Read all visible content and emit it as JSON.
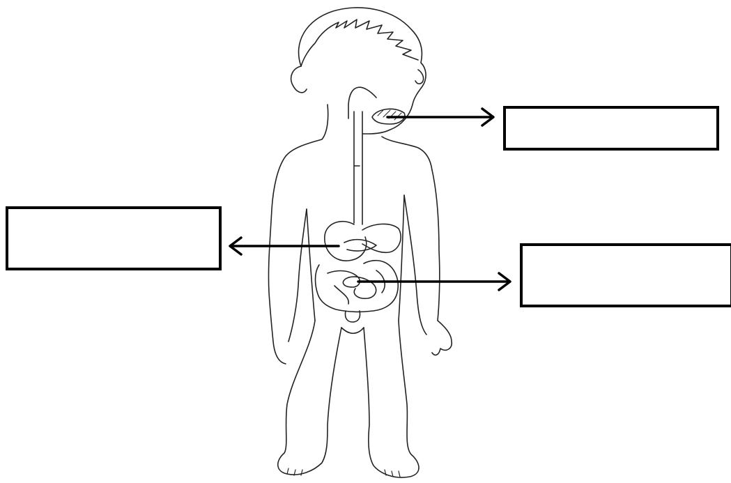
{
  "diagram": {
    "subject": "human-digestive-system-worksheet",
    "colors": {
      "line": "#000000",
      "background": "#ffffff"
    },
    "labels": [
      {
        "id": "mouth",
        "text": "",
        "points_to": "mouth"
      },
      {
        "id": "stomach",
        "text": "",
        "points_to": "stomach"
      },
      {
        "id": "intestine",
        "text": "",
        "points_to": "intestines"
      }
    ]
  }
}
